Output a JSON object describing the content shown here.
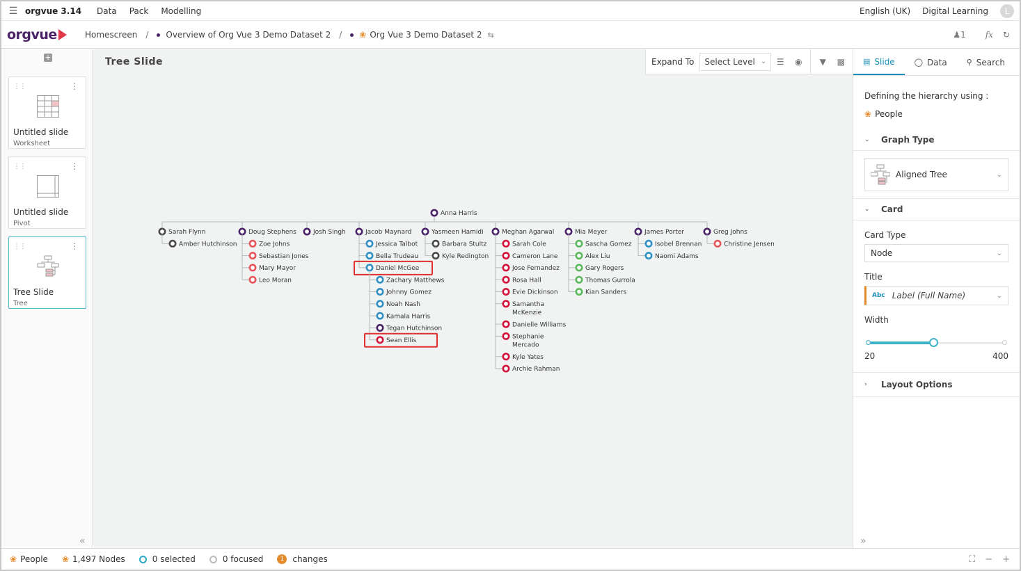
{
  "menubar": {
    "app_name": "orgvue 3.14",
    "menus": [
      "Data",
      "Pack",
      "Modelling"
    ],
    "language": "English (UK)",
    "user_org": "Digital Learning",
    "avatar_initial": "L"
  },
  "breadcrumb": {
    "logo": "orgvue",
    "home": "Homescreen",
    "item1": "Overview of Org Vue 3 Demo Dataset 2",
    "item2": "Org Vue 3 Demo Dataset 2",
    "user_count": "1",
    "fx": "fx"
  },
  "slides": [
    {
      "title": "Untitled slide",
      "type": "Worksheet"
    },
    {
      "title": "Untitled slide",
      "type": "Pivot"
    },
    {
      "title": "Tree Slide",
      "type": "Tree"
    }
  ],
  "canvas": {
    "title": "Tree Slide",
    "expand_to_label": "Expand To",
    "select_level": "Select Level"
  },
  "colors": {
    "purple": "#4a2367",
    "dark": "#4a4a4a",
    "red": "#d4143c",
    "coral": "#e5555a",
    "blue": "#2f8fc3",
    "green": "#5cb85c",
    "accent": "#1b8fb8",
    "highlight_box": "#e0302f"
  },
  "tree": {
    "root": {
      "name": "Anna Harris",
      "color": "purple"
    },
    "columns": [
      {
        "name": "Sarah Flynn",
        "color": "dark",
        "children": [
          {
            "name": "Amber Hutchinson",
            "color": "dark"
          }
        ]
      },
      {
        "name": "Doug Stephens",
        "color": "purple",
        "children": [
          {
            "name": "Zoe Johns",
            "color": "coral"
          },
          {
            "name": "Sebastian Jones",
            "color": "coral"
          },
          {
            "name": "Mary Mayor",
            "color": "coral"
          },
          {
            "name": "Leo Moran",
            "color": "coral"
          }
        ]
      },
      {
        "name": "Josh Singh",
        "color": "purple",
        "children": []
      },
      {
        "name": "Jacob Maynard",
        "color": "purple",
        "children": [
          {
            "name": "Jessica Talbot",
            "color": "blue"
          },
          {
            "name": "Bella Trudeau",
            "color": "blue"
          },
          {
            "name": "Daniel McGee",
            "color": "blue",
            "highlighted": true,
            "children": [
              {
                "name": "Zachary Matthews",
                "color": "blue"
              },
              {
                "name": "Johnny Gomez",
                "color": "blue"
              },
              {
                "name": "Noah Nash",
                "color": "blue"
              },
              {
                "name": "Kamala Harris",
                "color": "blue"
              },
              {
                "name": "Tegan Hutchinson",
                "color": "purple"
              },
              {
                "name": "Sean Ellis",
                "color": "red",
                "highlighted": true
              }
            ]
          }
        ]
      },
      {
        "name": "Yasmeen Hamidi",
        "color": "purple",
        "children": [
          {
            "name": "Barbara Stultz",
            "color": "dark"
          },
          {
            "name": "Kyle Redington",
            "color": "dark"
          }
        ]
      },
      {
        "name": "Meghan Agarwal",
        "color": "purple",
        "children": [
          {
            "name": "Sarah Cole",
            "color": "red"
          },
          {
            "name": "Cameron Lane",
            "color": "red"
          },
          {
            "name": "Jose Fernandez",
            "color": "red"
          },
          {
            "name": "Rosa Hall",
            "color": "red"
          },
          {
            "name": "Evie Dickinson",
            "color": "red"
          },
          {
            "name": "Samantha McKenzie",
            "color": "red",
            "lines": [
              "Samantha",
              "McKenzie"
            ]
          },
          {
            "name": "Danielle Williams",
            "color": "red"
          },
          {
            "name": "Stephanie Mercado",
            "color": "red",
            "lines": [
              "Stephanie",
              "Mercado"
            ]
          },
          {
            "name": "Kyle Yates",
            "color": "red"
          },
          {
            "name": "Archie Rahman",
            "color": "red"
          }
        ]
      },
      {
        "name": "Mia Meyer",
        "color": "purple",
        "children": [
          {
            "name": "Sascha Gomez",
            "color": "green"
          },
          {
            "name": "Alex Liu",
            "color": "green"
          },
          {
            "name": "Gary Rogers",
            "color": "green"
          },
          {
            "name": "Thomas Gurrola",
            "color": "green"
          },
          {
            "name": "Kian Sanders",
            "color": "green"
          }
        ]
      },
      {
        "name": "James Porter",
        "color": "purple",
        "children": [
          {
            "name": "Isobel Brennan",
            "color": "blue"
          },
          {
            "name": "Naomi Adams",
            "color": "blue"
          }
        ]
      },
      {
        "name": "Greg Johns",
        "color": "purple",
        "children": [
          {
            "name": "Christine Jensen",
            "color": "coral"
          }
        ]
      }
    ]
  },
  "panel": {
    "tabs": [
      "Slide",
      "Data",
      "Search"
    ],
    "defining_label": "Defining the hierarchy using :",
    "dataset": "People",
    "graph_type_header": "Graph Type",
    "graph_type": "Aligned Tree",
    "card_header": "Card",
    "card_type_label": "Card Type",
    "card_type": "Node",
    "title_label": "Title",
    "title_badge": "Abc",
    "title_value": "Label (Full Name)",
    "width_label": "Width",
    "width_min": "20",
    "width_max": "400",
    "width_value": 200,
    "layout_options": "Layout Options"
  },
  "status": {
    "dataset": "People",
    "nodes": "1,497 Nodes",
    "selected": "0 selected",
    "focused": "0 focused",
    "changes_count": "1",
    "changes": "changes"
  }
}
